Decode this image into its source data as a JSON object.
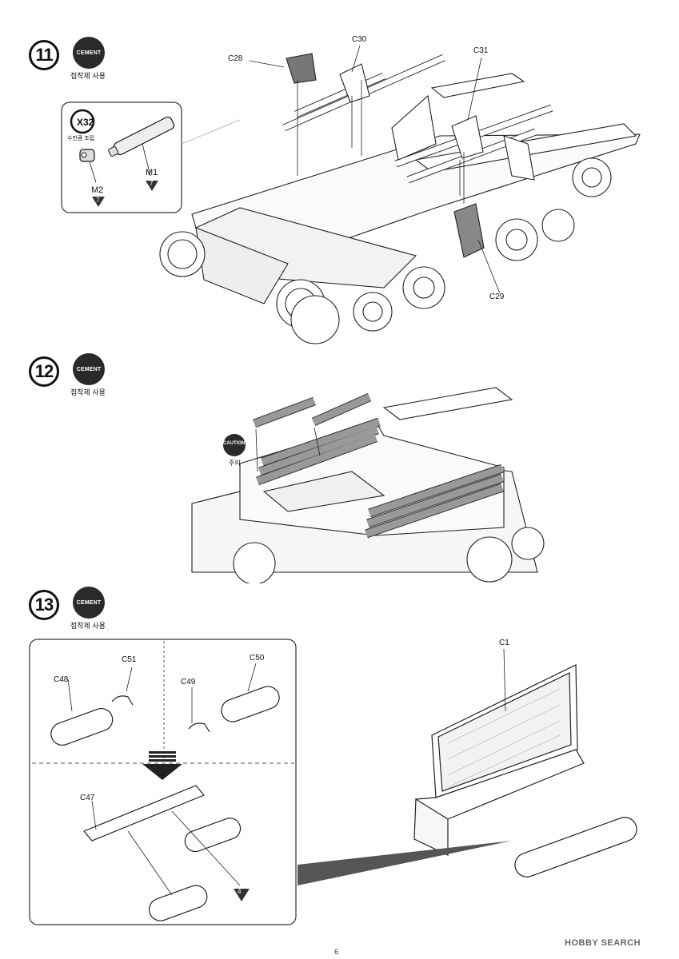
{
  "steps": [
    {
      "number": "11",
      "cement_label": "CEMENT",
      "cement_text": "접착제 사용"
    },
    {
      "number": "12",
      "cement_label": "CEMENT",
      "cement_text": "접착제 사용"
    },
    {
      "number": "13",
      "cement_label": "CEMENT",
      "cement_text": "접착제 사용"
    }
  ],
  "step11": {
    "inset": {
      "x32_label": "X32",
      "x32_sub": "수만큼 조립",
      "m1_label": "M1",
      "m1_count": "7",
      "m2_label": "M2",
      "m2_count": "7"
    },
    "parts": {
      "c28": "C28",
      "c30": "C30",
      "c31": "C31",
      "c29": "C29"
    }
  },
  "step12": {
    "caution_label": "CAUTION",
    "caution_text": "주의"
  },
  "step13": {
    "parts": {
      "c48": "C48",
      "c51": "C51",
      "c50": "C50",
      "c49": "C49",
      "c47": "C47",
      "c1": "C1"
    },
    "repeat_count": "4"
  },
  "page_number": "6",
  "watermark": "HOBBY SEARCH"
}
